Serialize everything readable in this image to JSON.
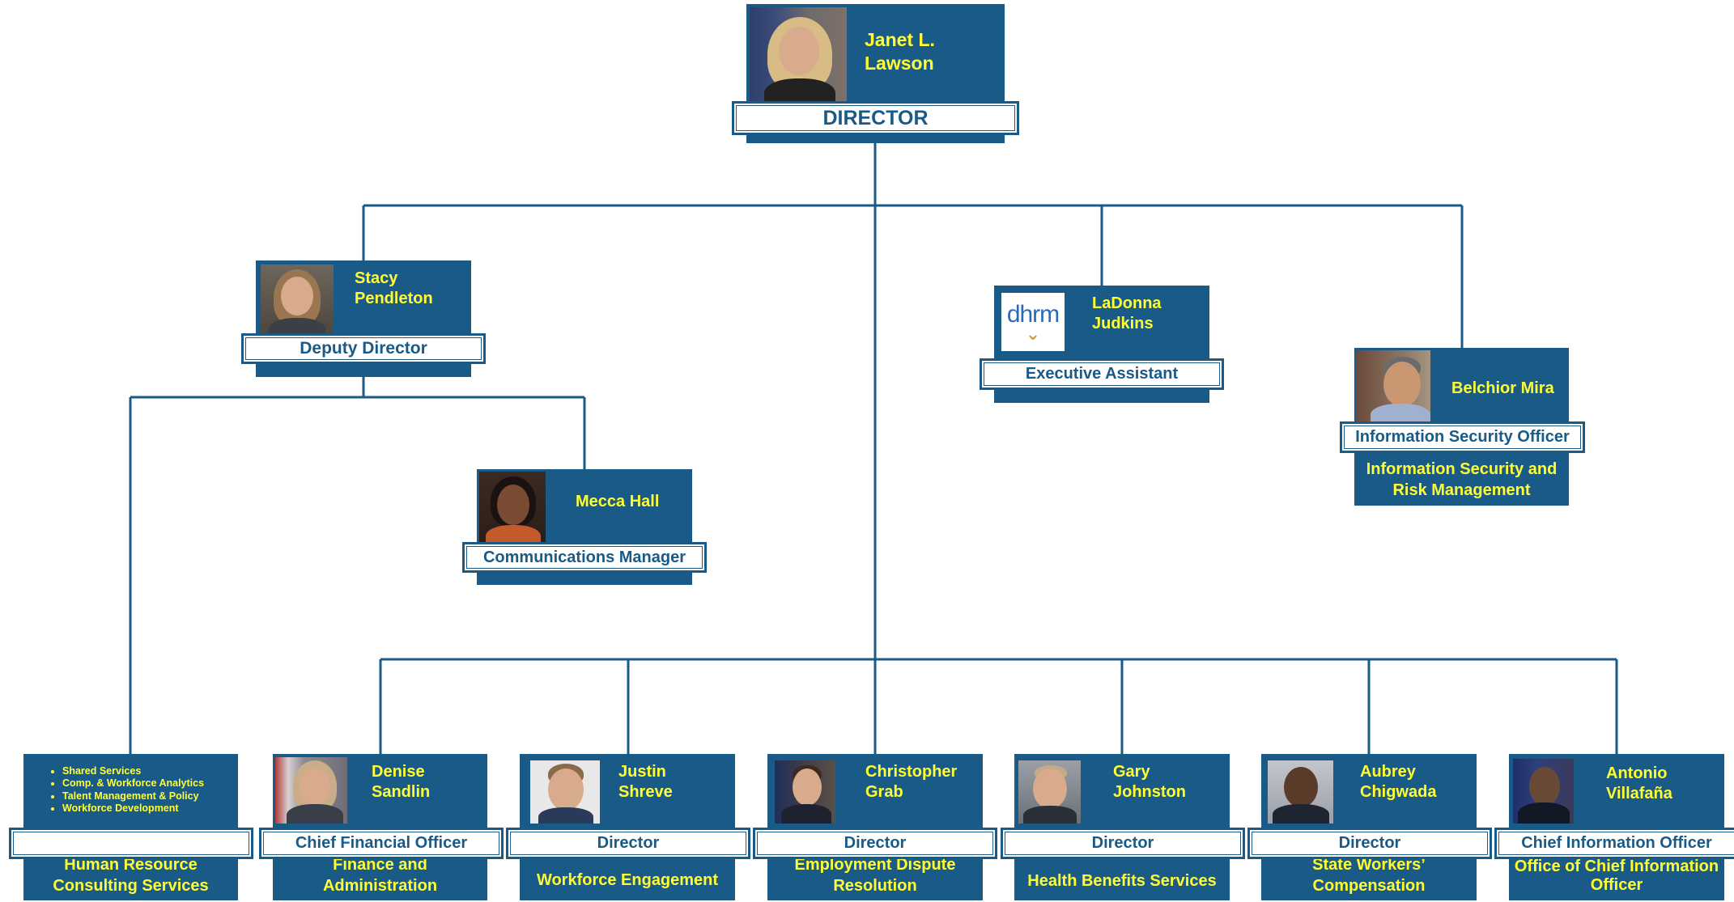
{
  "colors": {
    "box": "#1a5a86",
    "name_text": "#ffff33",
    "line": "#1a5a86",
    "title_bg": "#ffffff"
  },
  "director": {
    "name": "Janet L. Lawson",
    "title": "DIRECTOR"
  },
  "deputy": {
    "name": "Stacy Pendleton",
    "title": "Deputy Director"
  },
  "executive_assistant": {
    "name": "LaDonna Judkins",
    "title": "Executive Assistant",
    "logo": "dhrm"
  },
  "security": {
    "name": "Belchior Mira",
    "title": "Information Security Officer",
    "dept": "Information Security and Risk Management"
  },
  "communications": {
    "name": "Mecca Hall",
    "title": "Communications Manager"
  },
  "hr_consulting": {
    "bullets": [
      "Shared Services",
      "Comp. & Workforce Analytics",
      "Talent Management & Policy",
      "Workforce Development"
    ],
    "title": "",
    "dept": "Human Resource Consulting Services"
  },
  "cfo": {
    "name": "Denise Sandlin",
    "title": "Chief Financial Officer",
    "dept": "Finance and Administration"
  },
  "workforce": {
    "name": "Justin Shreve",
    "title": "Director",
    "dept": "Workforce Engagement"
  },
  "edr": {
    "name": "Christopher Grab",
    "title": "Director",
    "dept": "Employment Dispute Resolution"
  },
  "health": {
    "name": "Gary Johnston",
    "title": "Director",
    "dept": "Health Benefits Services"
  },
  "workers_comp": {
    "name": "Aubrey Chigwada",
    "title": "Director",
    "dept": "State Workers’ Compensation"
  },
  "cio": {
    "name": "Antonio Villafaña",
    "title": "Chief Information Officer",
    "dept": "Office of Chief Information Officer"
  }
}
